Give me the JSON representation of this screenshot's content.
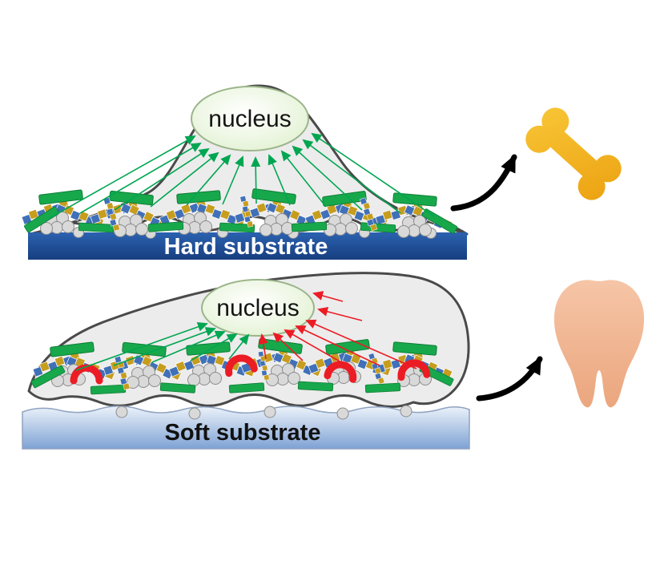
{
  "panels": {
    "hard": {
      "nucleus_label": "nucleus",
      "substrate_label": "Hard substrate",
      "outcome_icon": "bone-icon",
      "tension_arrow_colors": [
        "#00a651"
      ]
    },
    "soft": {
      "nucleus_label": "nucleus",
      "substrate_label": "Soft substrate",
      "outcome_icon": "tooth-icon",
      "tension_arrow_colors": [
        "#00a651",
        "#ec1c24"
      ]
    }
  },
  "colors": {
    "hard_substrate_top": "#2b62b0",
    "hard_substrate_bottom": "#173e80",
    "soft_substrate_top": "#eef4fb",
    "soft_substrate_bottom": "#7ea2d4",
    "cell_body": "#ececec",
    "cell_outline": "#4a4a4a",
    "nucleus_inner": "#ffffff",
    "nucleus_outer": "#ddefca",
    "green_arrow": "#00a651",
    "red_arrow": "#ec1c24",
    "black_arrow": "#000000",
    "adhesion_plaque_green": "#17a84b",
    "ecm_blue": "#4070b8",
    "ecm_gold": "#c79d1e",
    "particle_gray": "#d9d9d9",
    "bone_light": "#f8c636",
    "bone_dark": "#eca212",
    "tooth_light": "#f6c6a8",
    "tooth_dark": "#eba67e"
  }
}
